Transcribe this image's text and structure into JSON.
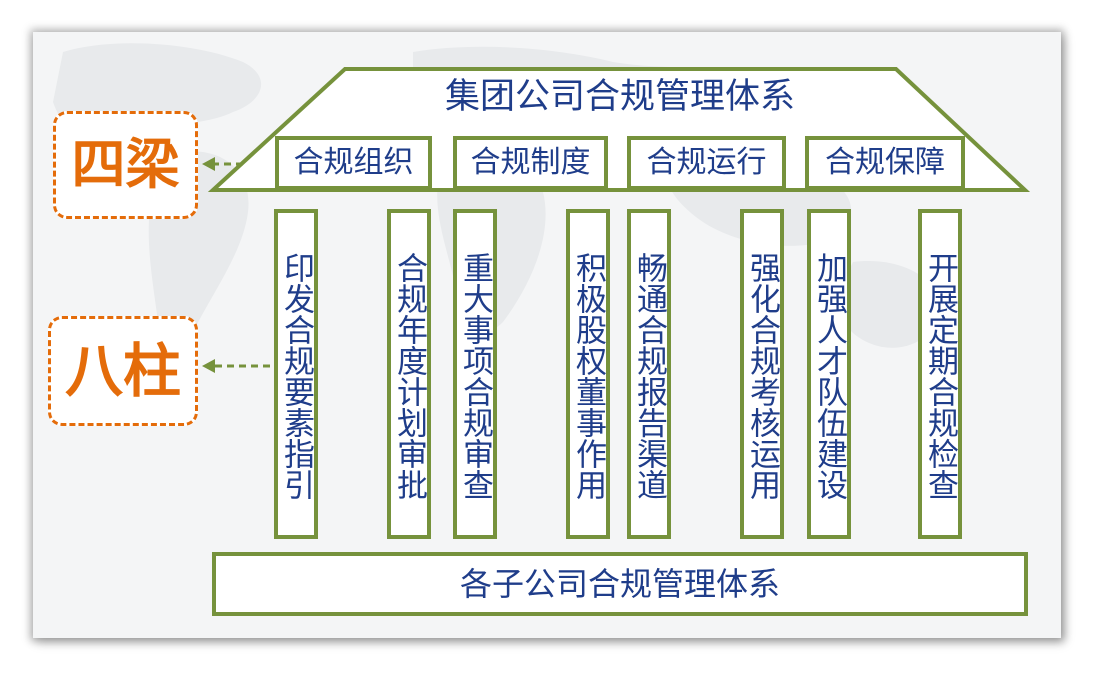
{
  "diagram": {
    "roof": {
      "title": "集团公司合规管理体系"
    },
    "beams": [
      {
        "label": "合规组织"
      },
      {
        "label": "合规制度"
      },
      {
        "label": "合规运行"
      },
      {
        "label": "合规保障"
      }
    ],
    "pillars": [
      {
        "label": "印发合规要素指引"
      },
      {
        "label": "合规年度计划审批"
      },
      {
        "label": "重大事项合规审查"
      },
      {
        "label": "积极股权董事作用"
      },
      {
        "label": "畅通合规报告渠道"
      },
      {
        "label": "强化合规考核运用"
      },
      {
        "label": "加强人才队伍建设"
      },
      {
        "label": "开展定期合规检查"
      }
    ],
    "base": {
      "title": "各子公司合规管理体系"
    },
    "callouts": {
      "beams_tag": "四梁",
      "pillars_tag": "八柱"
    }
  },
  "colors": {
    "structure_outline": "#76923c",
    "text": "#1f3d8a",
    "callout": "#e46c0a",
    "panel_background": "#f4f5f6"
  }
}
